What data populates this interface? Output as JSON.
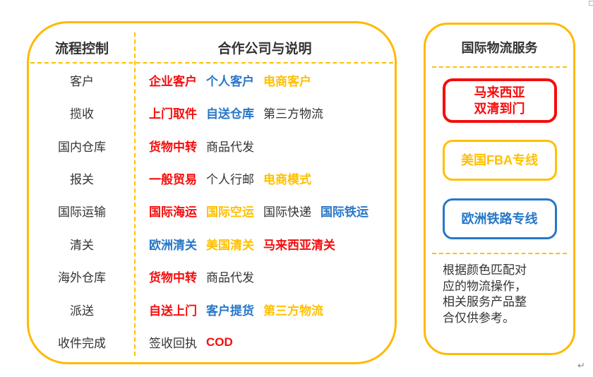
{
  "colors": {
    "red": "#F50D0D",
    "blue": "#2777C8",
    "gold": "#FFC000",
    "black": "#333333",
    "panel_border": "#FFB900"
  },
  "left_panel": {
    "col1_header": "流程控制",
    "col2_header": "合作公司与说明",
    "rows": [
      {
        "label": "客户",
        "items": [
          {
            "text": "企业客户",
            "color": "red"
          },
          {
            "text": "个人客户",
            "color": "blue"
          },
          {
            "text": "电商客户",
            "color": "gold"
          }
        ]
      },
      {
        "label": "揽收",
        "items": [
          {
            "text": "上门取件",
            "color": "red"
          },
          {
            "text": "自送仓库",
            "color": "blue"
          },
          {
            "text": "第三方物流",
            "color": "black"
          }
        ]
      },
      {
        "label": "国内仓库",
        "items": [
          {
            "text": "货物中转",
            "color": "red"
          },
          {
            "text": "商品代发",
            "color": "black"
          }
        ]
      },
      {
        "label": "报关",
        "items": [
          {
            "text": "一般贸易",
            "color": "red"
          },
          {
            "text": "个人行邮",
            "color": "black"
          },
          {
            "text": "电商模式",
            "color": "gold"
          }
        ]
      },
      {
        "label": "国际运输",
        "items": [
          {
            "text": "国际海运",
            "color": "red"
          },
          {
            "text": "国际空运",
            "color": "gold"
          },
          {
            "text": "国际快递",
            "color": "black"
          },
          {
            "text": "国际铁运",
            "color": "blue"
          }
        ]
      },
      {
        "label": "清关",
        "items": [
          {
            "text": "欧洲清关",
            "color": "blue"
          },
          {
            "text": "美国清关",
            "color": "gold"
          },
          {
            "text": "马来西亚清关",
            "color": "red"
          }
        ]
      },
      {
        "label": "海外仓库",
        "items": [
          {
            "text": "货物中转",
            "color": "red"
          },
          {
            "text": "商品代发",
            "color": "black"
          }
        ]
      },
      {
        "label": "派送",
        "items": [
          {
            "text": "自送上门",
            "color": "red"
          },
          {
            "text": "客户提货",
            "color": "blue"
          },
          {
            "text": "第三方物流",
            "color": "gold"
          }
        ]
      },
      {
        "label": "收件完成",
        "items": [
          {
            "text": "签收回执",
            "color": "black"
          },
          {
            "text": "COD",
            "color": "red"
          }
        ]
      }
    ]
  },
  "right_panel": {
    "title": "国际物流服务",
    "boxes": [
      {
        "text": "马来西亚\n双清到门",
        "color": "red"
      },
      {
        "text": "美国FBA专线",
        "color": "gold"
      },
      {
        "text": "欧洲铁路专线",
        "color": "blue"
      }
    ],
    "note_lines": [
      "根据颜色匹配对",
      "应的物流操作，",
      "相关服务产品整",
      "合仅供参考。"
    ]
  },
  "artifacts": {
    "return_mark": "↵"
  }
}
